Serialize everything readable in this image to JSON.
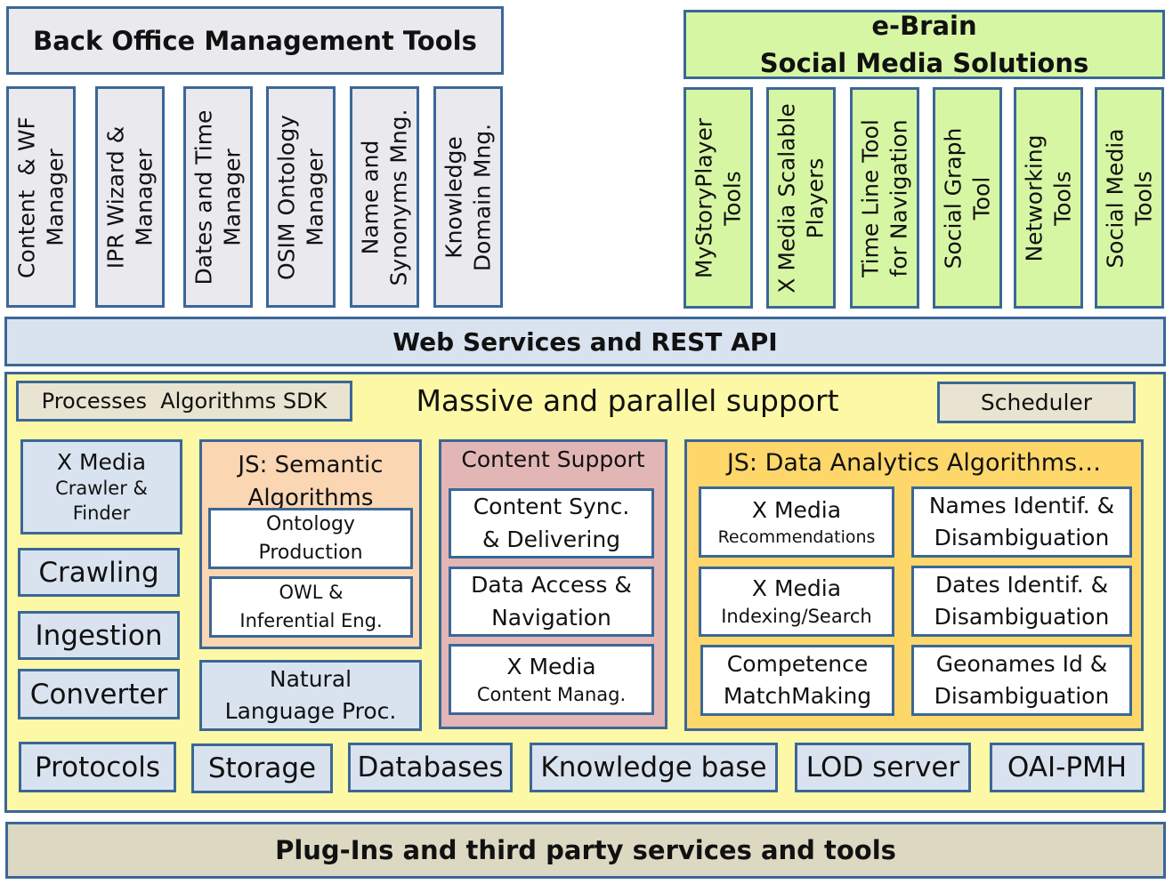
{
  "back_office": {
    "title": "Back Office Management Tools",
    "tools": [
      "Content  & WF\nManager",
      "IPR Wizard &\nManager",
      "Dates and Time\nManager",
      "OSIM Ontology\nManager",
      "Name and\nSynonyms Mng.",
      "Knowledge\nDomain Mng."
    ]
  },
  "ebrain": {
    "title_line1": "e-Brain",
    "title_line2": "Social Media Solutions",
    "tools": [
      "MyStoryPlayer\nTools",
      "X Media Scalable\nPlayers",
      "Time Line Tool\nfor Navigation",
      "Social Graph\nTool",
      "Networking\nTools",
      "Social Media\nTools"
    ]
  },
  "web_services": "Web Services and REST API",
  "massive": {
    "title": "Massive and parallel support",
    "sdk": "Processes  Algorithms SDK",
    "scheduler": "Scheduler",
    "crawler": {
      "line1": "X Media",
      "line2": "Crawler &\nFinder"
    },
    "crawling": "Crawling",
    "ingestion": "Ingestion",
    "converter": "Converter",
    "semantic": {
      "title": "JS: Semantic\nAlgorithms",
      "ontology": "Ontology\nProduction",
      "owl": "OWL &\nInferential Eng."
    },
    "nlp": "Natural\nLanguage Proc.",
    "content_support": {
      "title": "Content Support",
      "sync": "Content Sync.\n& Delivering",
      "access": "Data Access &\nNavigation",
      "manag_line1": "X Media",
      "manag_line2": "Content Manag."
    },
    "analytics": {
      "title": "JS: Data Analytics Algorithms…",
      "rec_line1": "X Media",
      "rec_line2": "Recommendations",
      "names": "Names Identif. &\nDisambiguation",
      "idx_line1": "X Media",
      "idx_line2": "Indexing/Search",
      "dates": "Dates Identif. &\nDisambiguation",
      "competence": "Competence\nMatchMaking",
      "geonames": "Geonames Id &\nDisambiguation"
    },
    "bottom": [
      "Protocols",
      "Storage",
      "Databases",
      "Knowledge base",
      "LOD server",
      "OAI-PMH"
    ]
  },
  "plugins": "Plug-Ins and third party services and tools"
}
